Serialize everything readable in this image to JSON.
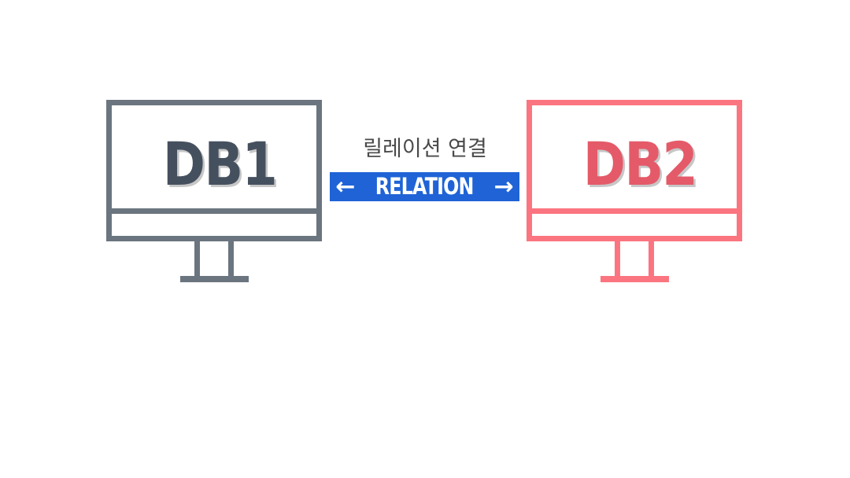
{
  "left_monitor": {
    "label": "DB1",
    "frame_color": "#6a757f",
    "text_color": "#45505f"
  },
  "right_monitor": {
    "label": "DB2",
    "frame_color": "#fb7580",
    "text_color": "#e45a69"
  },
  "relation": {
    "caption": "릴레이션 연결",
    "label": "RELATION",
    "left_arrow": "←",
    "right_arrow": "→",
    "bar_color": "#1f63d6"
  }
}
